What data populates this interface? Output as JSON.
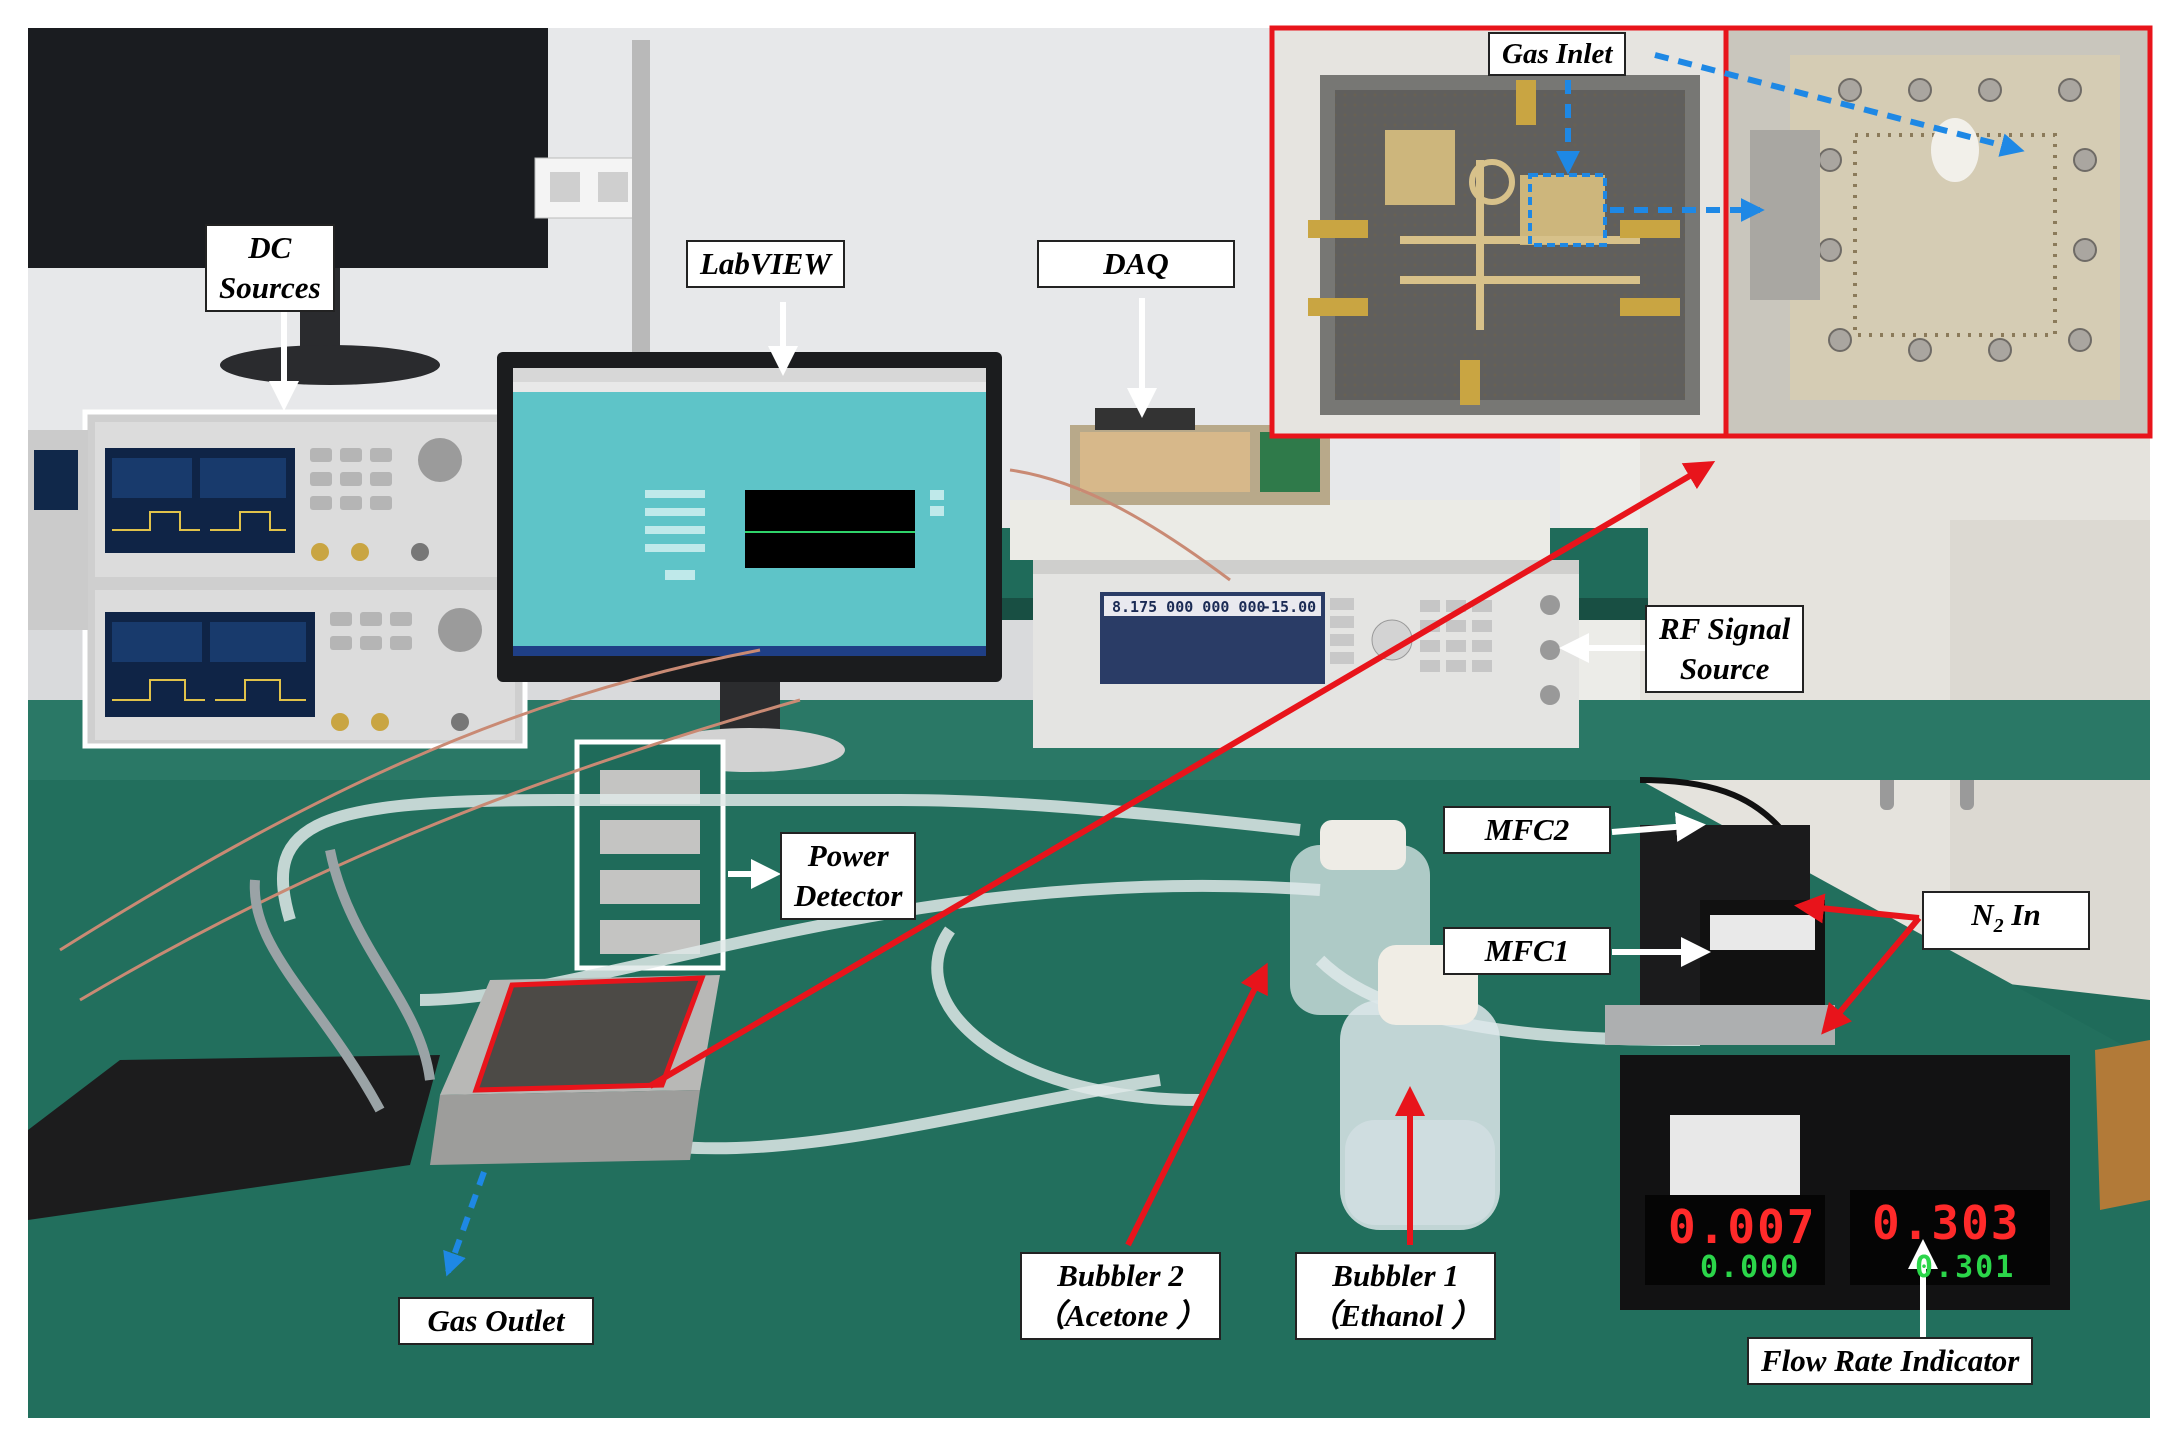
{
  "labels": {
    "dc_sources": [
      "DC",
      "Sources"
    ],
    "labview": "LabVIEW",
    "daq": "DAQ",
    "gas_inlet": "Gas Inlet",
    "rf_signal_source": [
      "RF Signal",
      "Source"
    ],
    "power_detector": [
      "Power",
      "Detector"
    ],
    "mfc2": "MFC2",
    "mfc1": "MFC1",
    "n2_in": {
      "prefix": "N",
      "subscript": "2",
      "suffix": " In"
    },
    "gas_outlet": "Gas Outlet",
    "bubbler2": [
      "Bubbler 2",
      "（Acetone ）"
    ],
    "bubbler1": [
      "Bubbler 1",
      "（Ethanol ）"
    ],
    "flow_rate_indicator": "Flow Rate Indicator"
  },
  "instruments": {
    "rf_frequency_readout": "8.175 000 000 000",
    "rf_power_readout": "-15.00",
    "flow_meter_left": {
      "top": "0.007",
      "bottom": "0.000"
    },
    "flow_meter_right": {
      "top": "0.303",
      "bottom": "0.301"
    }
  },
  "colors": {
    "annotation_red": "#e8141b",
    "annotation_blue": "#1e88e5",
    "bench_green": "#1f6b5a",
    "monitor_screen": "#5ec4c8",
    "readout_red": "#ff2a2a",
    "readout_green": "#2bd64a"
  }
}
